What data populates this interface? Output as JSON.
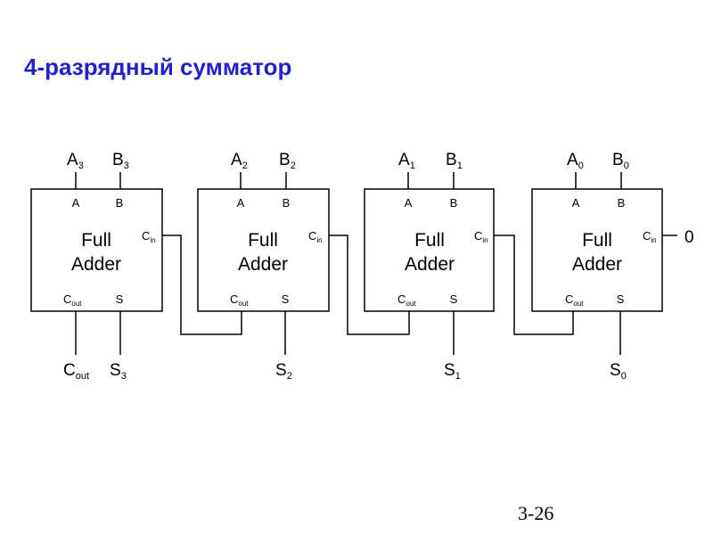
{
  "slide": {
    "title": "4-разрядный сумматор",
    "page_number": "3-26",
    "title_color": "#2222cc"
  },
  "diagram": {
    "block_label_line1": "Full",
    "block_label_line2": "Adder",
    "port_a": "A",
    "port_b": "B",
    "port_cin_main": "C",
    "port_cin_sub": "in",
    "port_cout_main": "C",
    "port_cout_sub": "out",
    "port_s": "S",
    "carry_in_value": "0",
    "adders": [
      {
        "index": "3",
        "a_main": "A",
        "a_sub": "3",
        "b_main": "B",
        "b_sub": "3",
        "s_main": "S",
        "s_sub": "3"
      },
      {
        "index": "2",
        "a_main": "A",
        "a_sub": "2",
        "b_main": "B",
        "b_sub": "2",
        "s_main": "S",
        "s_sub": "2"
      },
      {
        "index": "1",
        "a_main": "A",
        "a_sub": "1",
        "b_main": "B",
        "b_sub": "1",
        "s_main": "S",
        "s_sub": "1"
      },
      {
        "index": "0",
        "a_main": "A",
        "a_sub": "0",
        "b_main": "B",
        "b_sub": "0",
        "s_main": "S",
        "s_sub": "0"
      }
    ],
    "final_carry_main": "C",
    "final_carry_sub": "out"
  }
}
